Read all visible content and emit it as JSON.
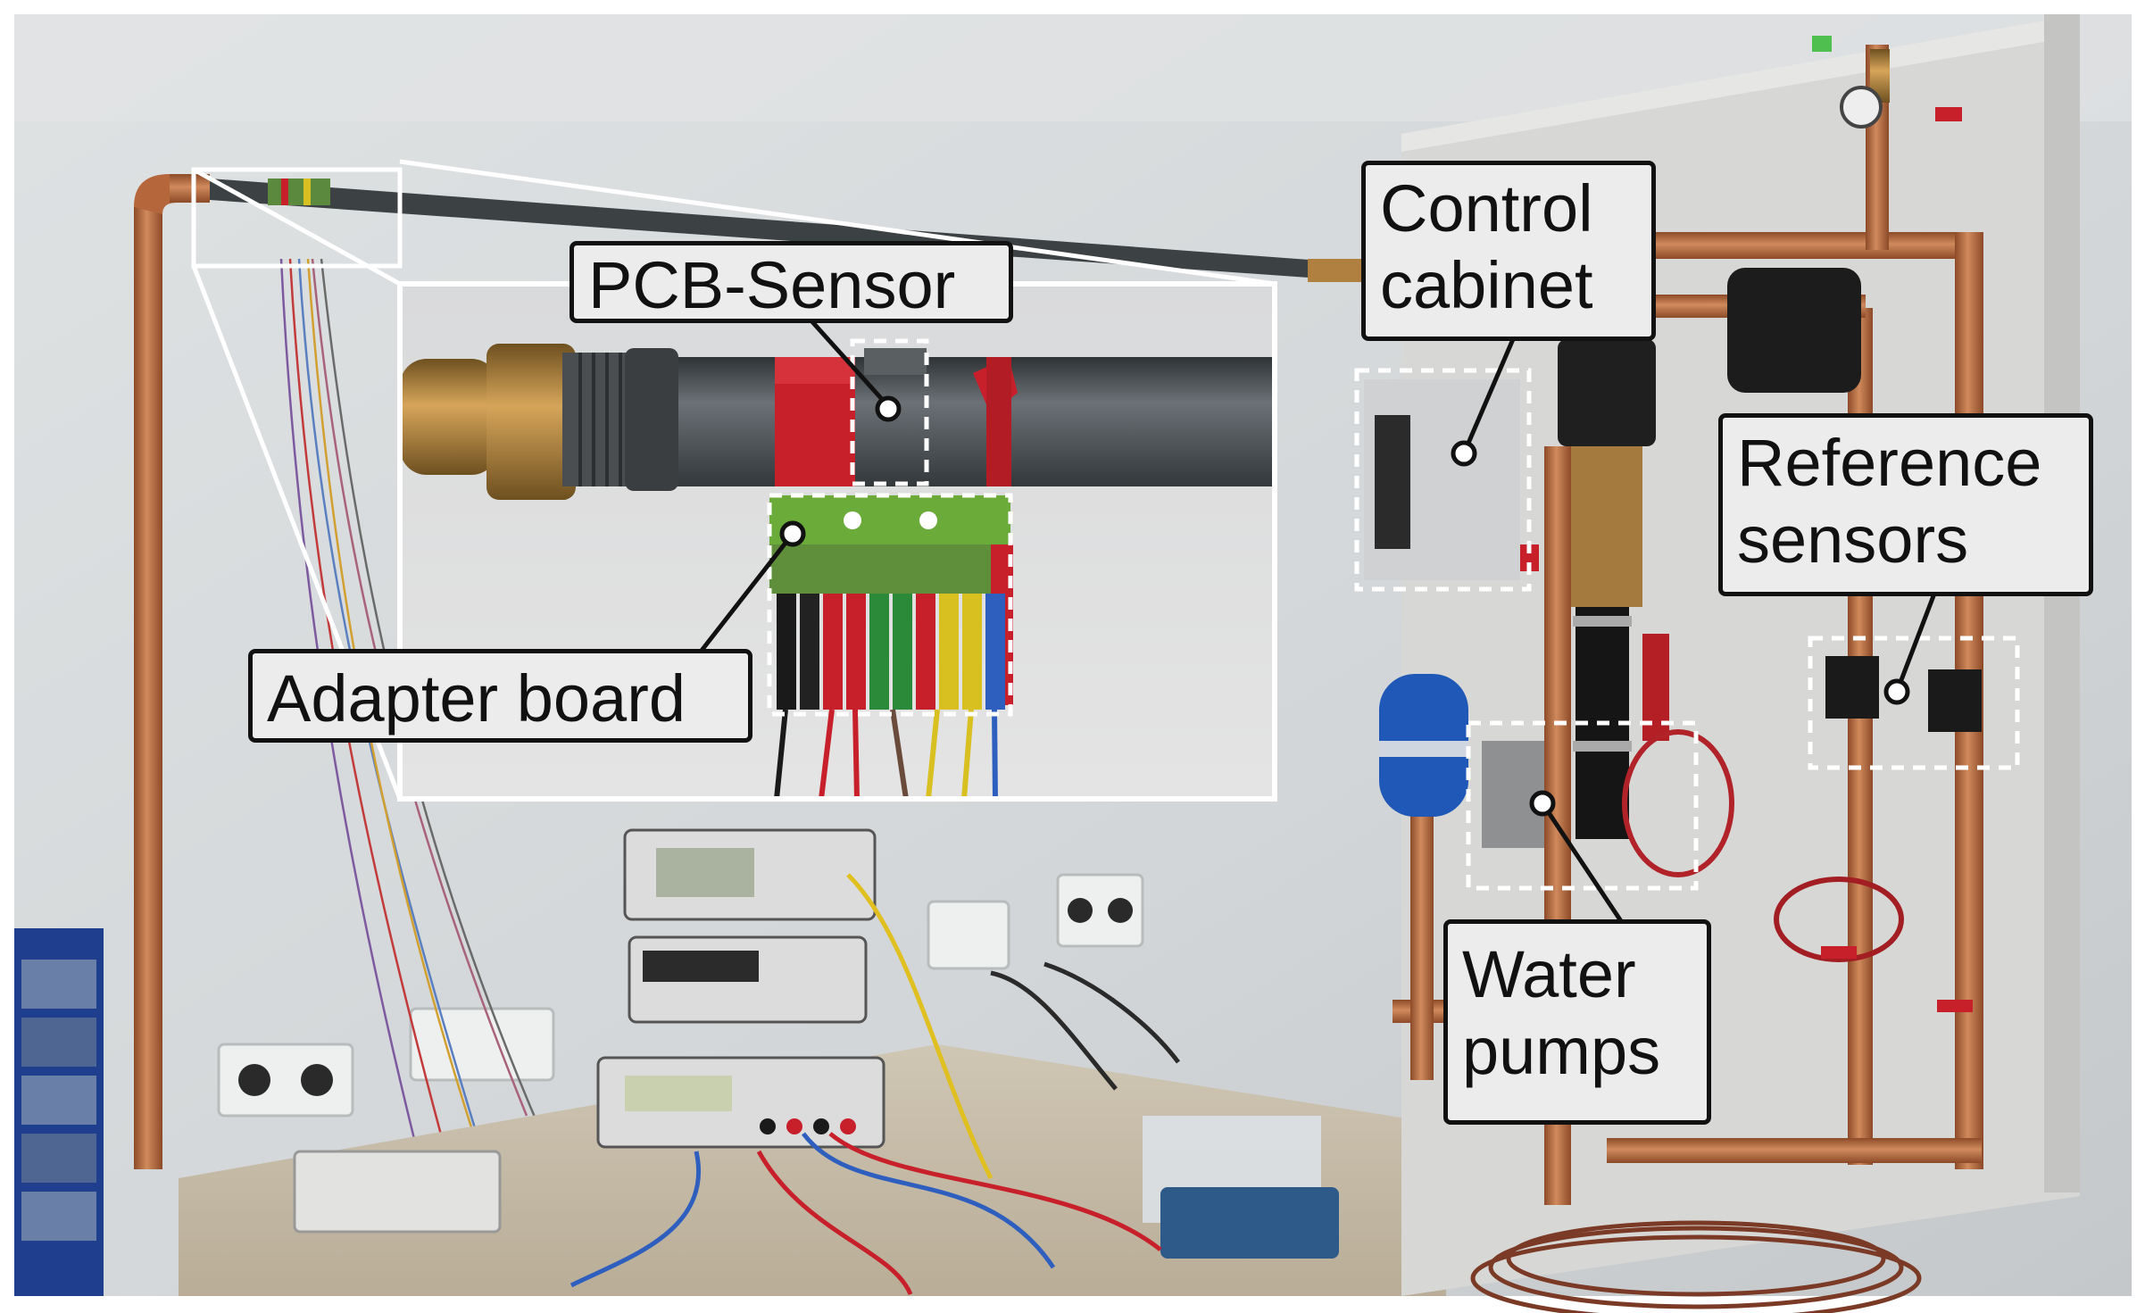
{
  "callouts": {
    "pcb_sensor": "PCB-Sensor",
    "adapter_board": "Adapter board",
    "control_cabinet": [
      "Control",
      "cabinet"
    ],
    "reference_sensors": [
      "Reference",
      "sensors"
    ],
    "water_pumps": [
      "Water",
      "pumps"
    ]
  },
  "colors": {
    "wall": "#d8dbdc",
    "copper_pipe": "#b5663b",
    "gray_pipe": "#4a4f53",
    "red_band": "#c8202a",
    "pcb_green": "#6aab3a",
    "callout_fill": "#ececec",
    "dashed_box": "#ffffff"
  }
}
